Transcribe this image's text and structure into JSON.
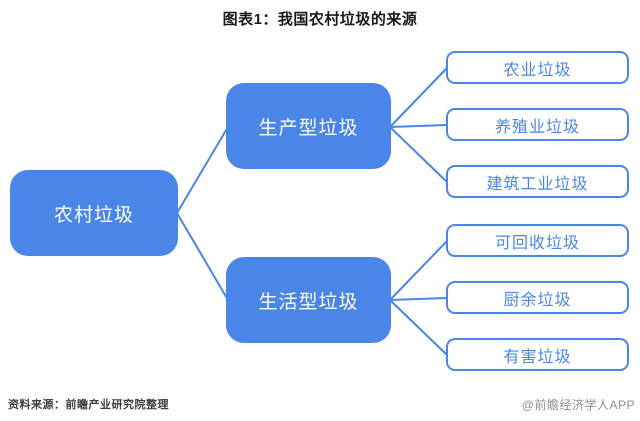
{
  "title": "图表1：我国农村垃圾的来源",
  "colors": {
    "node_fill": "#4a86e8",
    "node_text": "#ffffff",
    "leaf_border": "#4a86e8",
    "leaf_text": "#4a86e8",
    "connector": "#4a86e8",
    "title_text": "#1a1a1a",
    "source_text": "#404040",
    "watermark_text": "#8e8e8e"
  },
  "diagram": {
    "root": {
      "label": "农村垃圾"
    },
    "branches": [
      {
        "label": "生产型垃圾",
        "children": [
          {
            "label": "农业垃圾"
          },
          {
            "label": "养殖业垃圾"
          },
          {
            "label": "建筑工业垃圾"
          }
        ]
      },
      {
        "label": "生活型垃圾",
        "children": [
          {
            "label": "可回收垃圾"
          },
          {
            "label": "厨余垃圾"
          },
          {
            "label": "有害垃圾"
          }
        ]
      }
    ]
  },
  "footer": {
    "source": "资料来源：前瞻产业研究院整理",
    "watermark": "@前瞻经济学人APP"
  }
}
